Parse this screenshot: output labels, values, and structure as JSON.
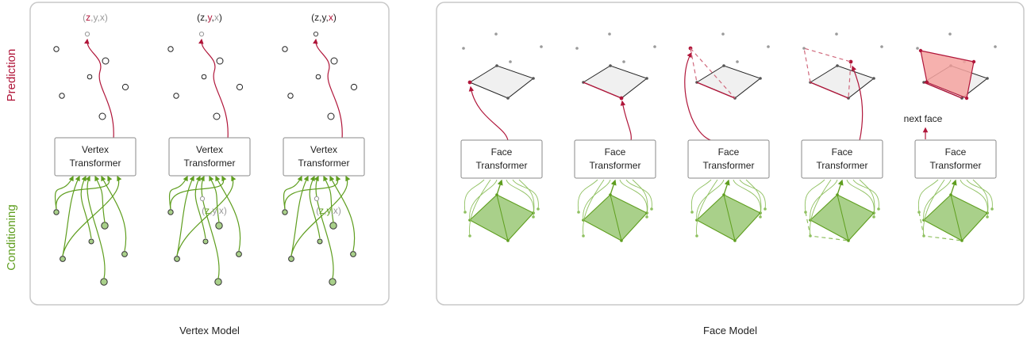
{
  "labels": {
    "prediction": "Prediction",
    "conditioning": "Conditioning",
    "vertex_caption": "Vertex Model",
    "face_caption": "Face Model",
    "next_face": "next face"
  },
  "vertex_model": {
    "box_line1": "Vertex",
    "box_line2": "Transformer",
    "steps": [
      {
        "output": [
          {
            "t": "(",
            "c": "gray"
          },
          {
            "t": "z",
            "c": "red"
          },
          {
            "t": ",",
            "c": "gray"
          },
          {
            "t": "y",
            "c": "gray"
          },
          {
            "t": ",",
            "c": "gray"
          },
          {
            "t": "x",
            "c": "gray"
          },
          {
            "t": ")",
            "c": "gray"
          }
        ],
        "input": null
      },
      {
        "output": [
          {
            "t": "(z,",
            "c": "dark"
          },
          {
            "t": "y",
            "c": "red"
          },
          {
            "t": ",",
            "c": "dark"
          },
          {
            "t": "x",
            "c": "gray"
          },
          {
            "t": ")",
            "c": "dark"
          }
        ],
        "input": [
          {
            "t": "(",
            "c": "gray"
          },
          {
            "t": "z",
            "c": "green"
          },
          {
            "t": ",",
            "c": "gray"
          },
          {
            "t": "y",
            "c": "gray"
          },
          {
            "t": ",",
            "c": "gray"
          },
          {
            "t": "x",
            "c": "gray"
          },
          {
            "t": ")",
            "c": "gray"
          }
        ]
      },
      {
        "output": [
          {
            "t": "(z,y,",
            "c": "dark"
          },
          {
            "t": "x",
            "c": "red"
          },
          {
            "t": ")",
            "c": "dark"
          }
        ],
        "input": [
          {
            "t": "(",
            "c": "gray"
          },
          {
            "t": "z",
            "c": "green"
          },
          {
            "t": ",",
            "c": "gray"
          },
          {
            "t": "y",
            "c": "green"
          },
          {
            "t": ",",
            "c": "gray"
          },
          {
            "t": "x",
            "c": "gray"
          },
          {
            "t": ")",
            "c": "gray"
          }
        ]
      }
    ]
  },
  "face_model": {
    "box_line1": "Face",
    "box_line2": "Transformer",
    "steps": 5
  },
  "colors": {
    "red": "#b0163a",
    "green": "#5f9e1f",
    "green_fill": "#a9d08a",
    "red_fill": "#f4a3a0",
    "gray": "#9a9a9a",
    "dark": "#222222"
  }
}
